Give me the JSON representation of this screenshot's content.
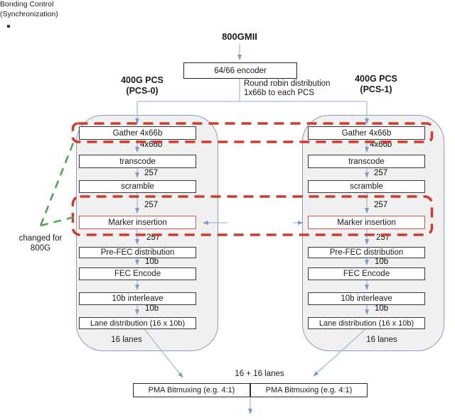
{
  "page": {
    "stray_mark": "."
  },
  "header": {
    "title": "800GMII",
    "encoder_label": "64/66 encoder",
    "round_robin_line1": "Round robin distribution",
    "round_robin_line2": "1x66b to each PCS"
  },
  "annotation": {
    "line1": "changed for",
    "line2": "800G"
  },
  "bonding": {
    "line1": "Bonding Control",
    "line2": "(Synchronization)"
  },
  "pipelines": [
    {
      "title": "400G PCS",
      "subtitle": "(PCS-0)",
      "stages": [
        "Gather 4x66b",
        "transcode",
        "scramble",
        "Marker insertion",
        "Pre-FEC distribution",
        "FEC Encode",
        "10b interleave",
        "Lane distribution (16 x 10b)"
      ],
      "flow_labels": [
        "4x66b",
        "257",
        "257",
        "257",
        "10b",
        "10b"
      ],
      "footer": "16 lanes"
    },
    {
      "title": "400G PCS",
      "subtitle": "(PCS-1)",
      "stages": [
        "Gather 4x66b",
        "transcode",
        "scramble",
        "Marker insertion",
        "Pre-FEC distribution",
        "FEC Encode",
        "10b interleave",
        "Lane distribution (16 x 10b)"
      ],
      "flow_labels": [
        "4x66b",
        "257",
        "257",
        "257",
        "10b",
        "10b"
      ],
      "footer": "16 lanes"
    }
  ],
  "bottom": {
    "lanes_label": "16 + 16 lanes",
    "pma": [
      "PMA Bitmuxing (e.g. 4:1)",
      "PMA Bitmuxing (e.g. 4:1)"
    ]
  },
  "colors": {
    "highlight_red": "#cf3b2e",
    "marker_box_border": "#c65a54",
    "annotation_green": "#55a357",
    "connector_line": "#a6bbd6",
    "arrowhead": "#7d9cc4",
    "pipeline_fill": "#f0f0f1",
    "pipeline_border": "#8a9cb6"
  }
}
